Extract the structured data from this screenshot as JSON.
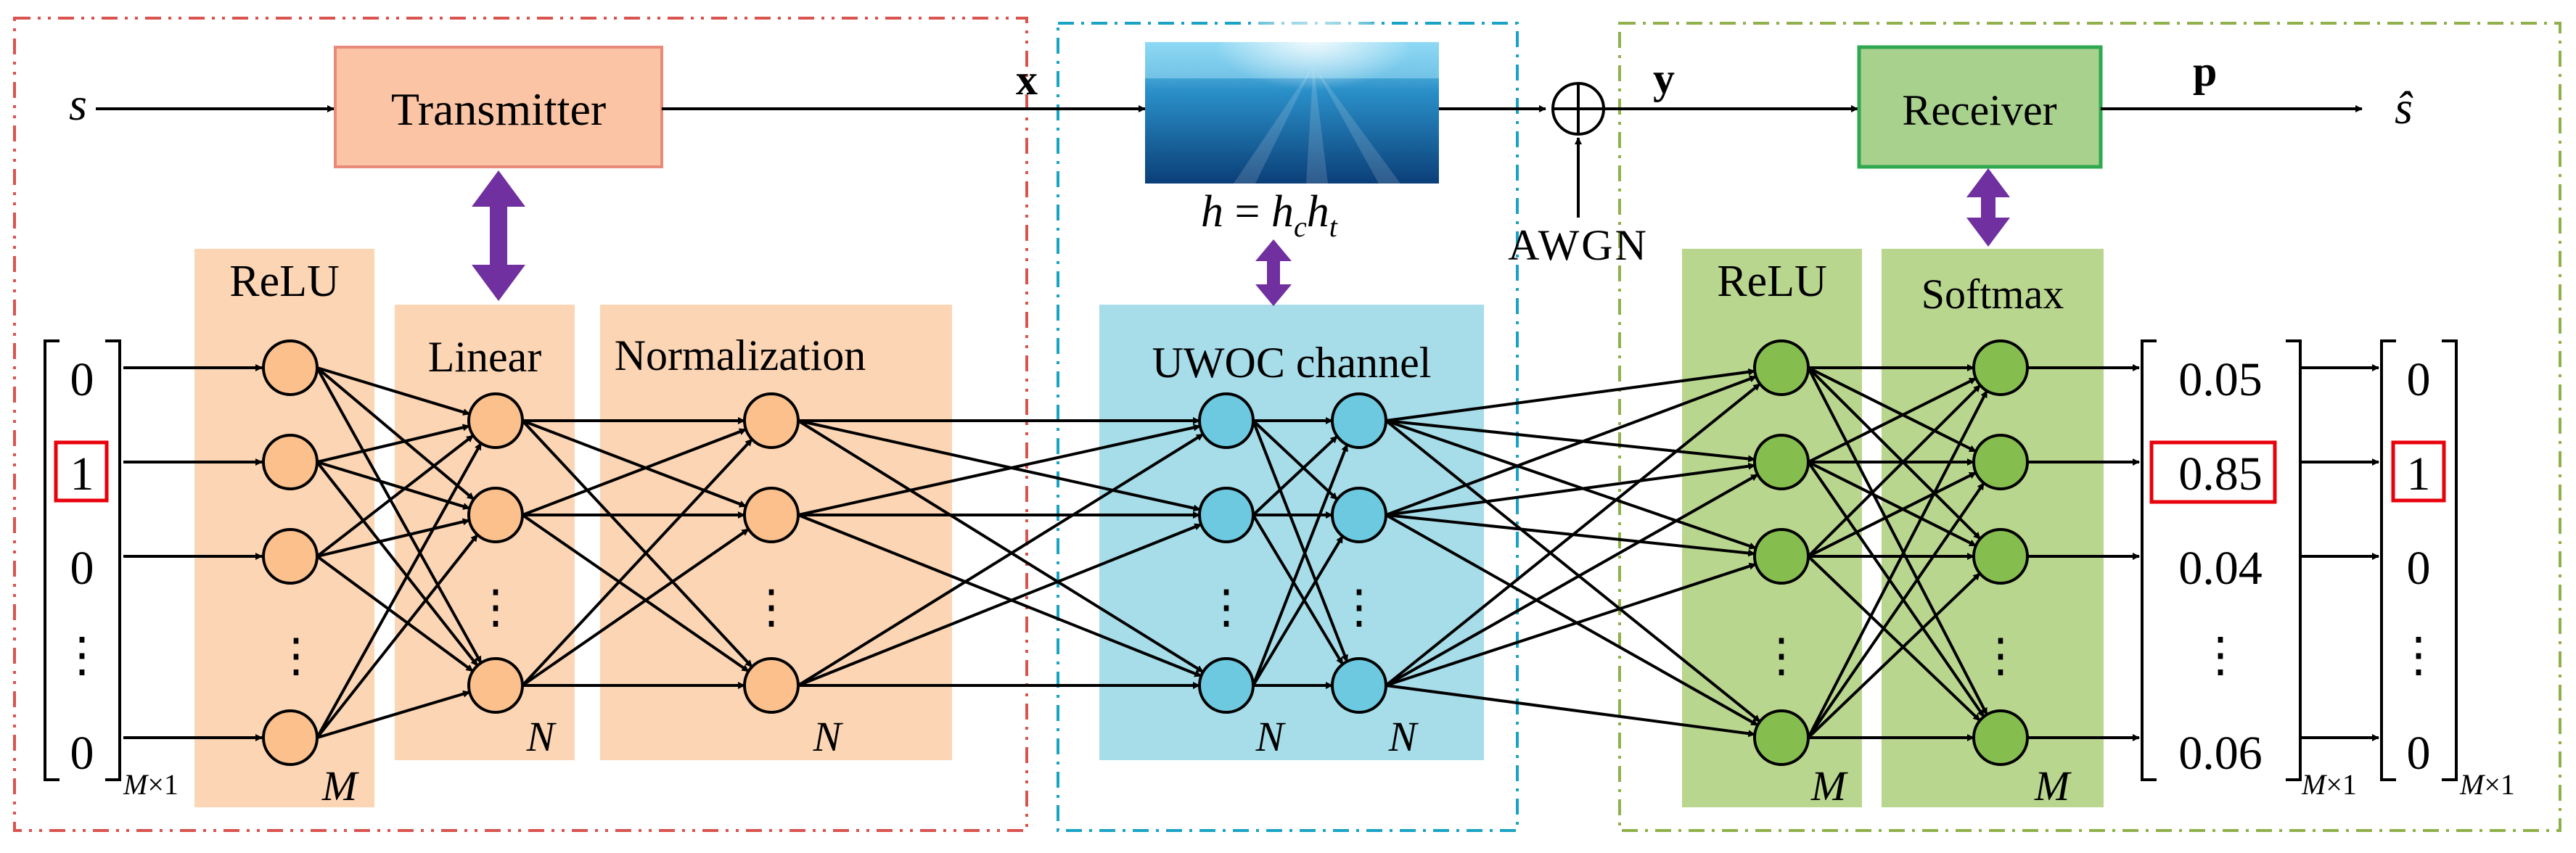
{
  "symbols": {
    "input": "s",
    "tx_signal": "x",
    "rx_signal": "y",
    "prob": "p",
    "output": "ŝ",
    "awgn": "AWGN",
    "channel_eq": {
      "h": "h",
      "eq": " = ",
      "hc": "h",
      "c": "c",
      "ht": "h",
      "t": "t"
    }
  },
  "blocks": {
    "transmitter": "Transmitter",
    "receiver": "Receiver"
  },
  "layers": {
    "relu_tx": "ReLU",
    "linear": "Linear",
    "normalization": "Normalization",
    "channel": "UWOC channel",
    "relu_rx": "ReLU",
    "softmax": "Softmax"
  },
  "dims": {
    "M": "M",
    "N": "N",
    "Mx1_M": "M",
    "Mx1_x": "×1"
  },
  "vectors": {
    "input": [
      "0",
      "1",
      "0",
      "⋮",
      "0"
    ],
    "probs": [
      "0.05",
      "0.85",
      "0.04",
      "⋮",
      "0.06"
    ],
    "output": [
      "0",
      "1",
      "0",
      "⋮",
      "0"
    ]
  },
  "dots": "⋮",
  "colors": {
    "tx_border": "#d9534f",
    "channel_border": "#1aa3c4",
    "rx_border": "#8fb04a",
    "tx_fill": "#fcd5b4",
    "tx_node": "#fbc08c",
    "channel_fill": "#a6dde9",
    "channel_node": "#6cc9e0",
    "rx_fill": "#b9d68e",
    "rx_node": "#86bd4f",
    "transmitter_box": "#fbc4a4",
    "transmitter_border": "#e8897a",
    "receiver_box": "#a9d18e",
    "receiver_border": "#2fa84f",
    "arrow_purple": "#7030a0",
    "highlight": "#e8000b"
  }
}
